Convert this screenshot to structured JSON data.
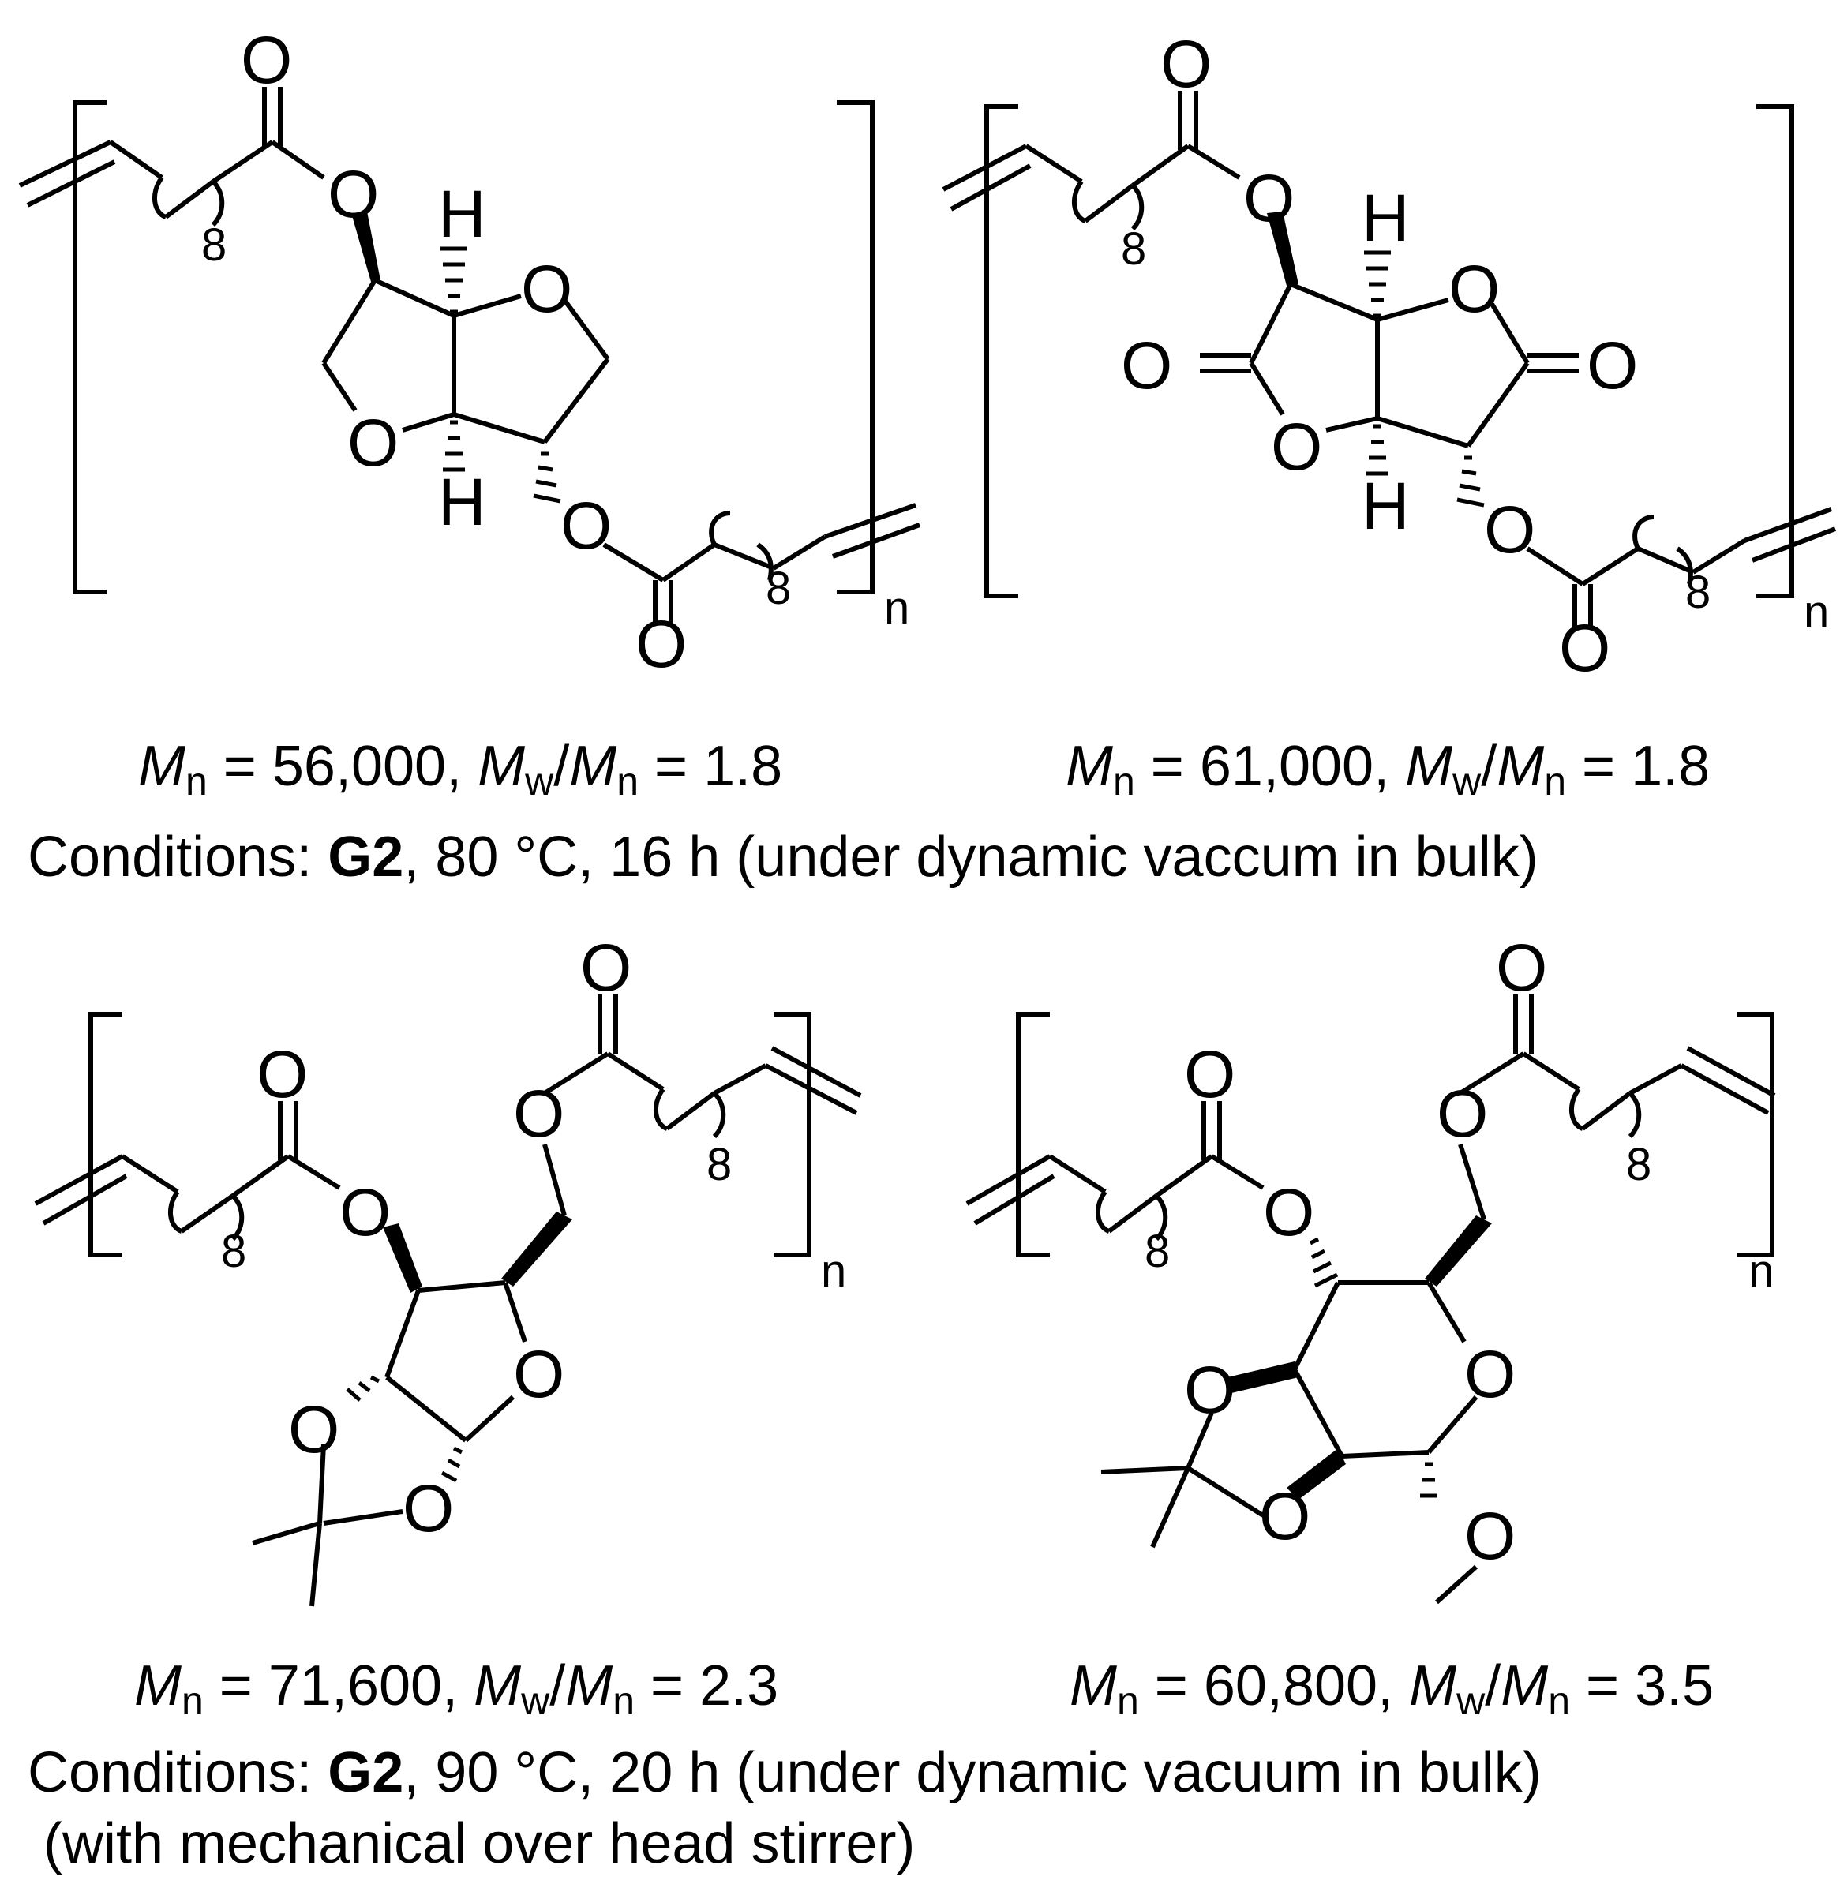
{
  "structures": [
    {
      "id": "isosorbide",
      "caption": {
        "Mn": "56,000",
        "ratio": "1.8"
      }
    },
    {
      "id": "dilactone",
      "caption": {
        "Mn": "61,000",
        "ratio": "1.8"
      }
    },
    {
      "id": "furanose",
      "caption": {
        "Mn": "71,600",
        "ratio": "2.3"
      }
    },
    {
      "id": "glucoside",
      "caption": {
        "Mn": "60,800",
        "ratio": "3.5"
      }
    }
  ],
  "labels": {
    "O": "O",
    "H": "H",
    "n": "n",
    "eight": "8",
    "M": "M",
    "n_sub": "n",
    "w_sub": "w",
    "eq": " = ",
    "sep": ", ",
    "slash": "/"
  },
  "conditions_top": {
    "prefix": "Conditions: ",
    "catalyst": "G2",
    "rest": ", 80 °C, 16 h (under dynamic vaccum in bulk)"
  },
  "conditions_bottom": {
    "prefix": "Conditions: ",
    "catalyst": "G2",
    "rest": ", 90 °C, 20 h (under dynamic vacuum in bulk)",
    "line2": " (with mechanical over head stirrer)"
  }
}
